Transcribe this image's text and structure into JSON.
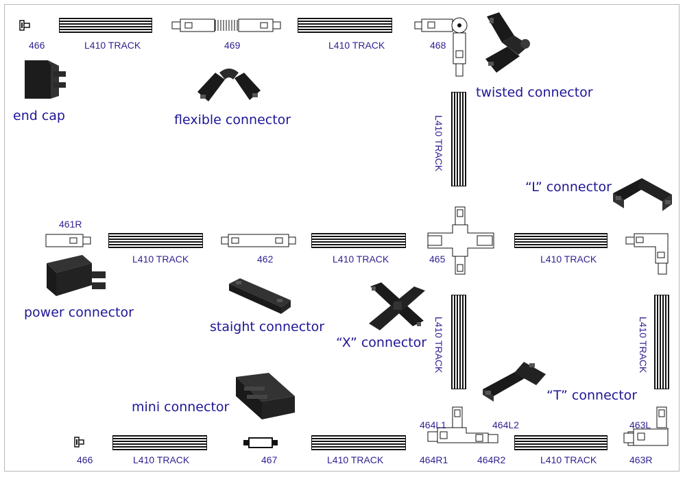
{
  "part_numbers": {
    "n466_top": "466",
    "n469": "469",
    "n468": "468",
    "n461R": "461R",
    "n462": "462",
    "n465": "465",
    "n466_bottom": "466",
    "n467": "467",
    "n464L1": "464L1",
    "n464L2": "464L2",
    "n464R1": "464R1",
    "n464R2": "464R2",
    "n463L": "463L",
    "n463R": "463R"
  },
  "track_label": "L410 TRACK",
  "connector_names": {
    "end_cap": "end cap",
    "flexible": "flexible connector",
    "twisted": "twisted connector",
    "l_connector": "“L” connector",
    "power": "power connector",
    "straight": "staight connector",
    "x_connector": "“X” connector",
    "t_connector": "“T” connector",
    "mini": "mini connector"
  },
  "colors": {
    "label_text": "#2d1f8f",
    "title_text": "#1e1596",
    "line_art": "#111111",
    "product_black": "#1a1a1a"
  },
  "icons": [
    "end-cap-icon",
    "flexible-connector-icon",
    "twisted-connector-icon",
    "l-connector-icon",
    "power-connector-icon",
    "straight-connector-icon",
    "x-connector-icon",
    "t-connector-icon",
    "mini-connector-icon"
  ]
}
